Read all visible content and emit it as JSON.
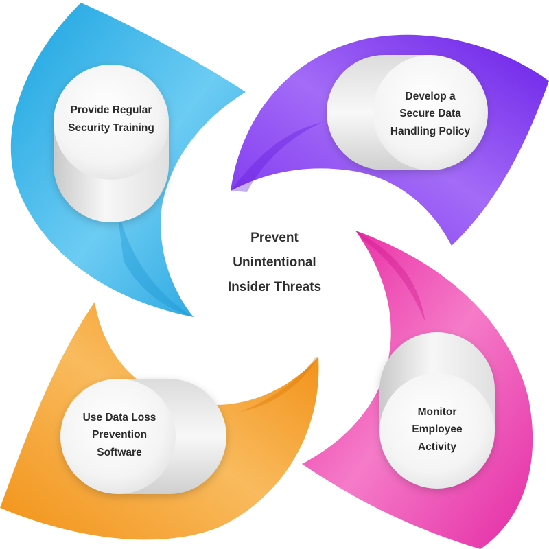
{
  "diagram": {
    "center_title": "Prevent\nUnintentional\nInsider Threats",
    "nodes": [
      {
        "label": "Provide Regular\nSecurity Training",
        "color": "#29ABE2",
        "color_light": "#7DD3F4"
      },
      {
        "label": "Develop a\nSecure Data\nHandling Policy",
        "color": "#7B2FF0",
        "color_light": "#B07CFA"
      },
      {
        "label": "Monitor\nEmployee\nActivity",
        "color": "#E92AA6",
        "color_light": "#F77CCB"
      },
      {
        "label": "Use Data Loss\nPrevention\nSoftware",
        "color": "#F28C10",
        "color_light": "#FBC270"
      }
    ]
  }
}
